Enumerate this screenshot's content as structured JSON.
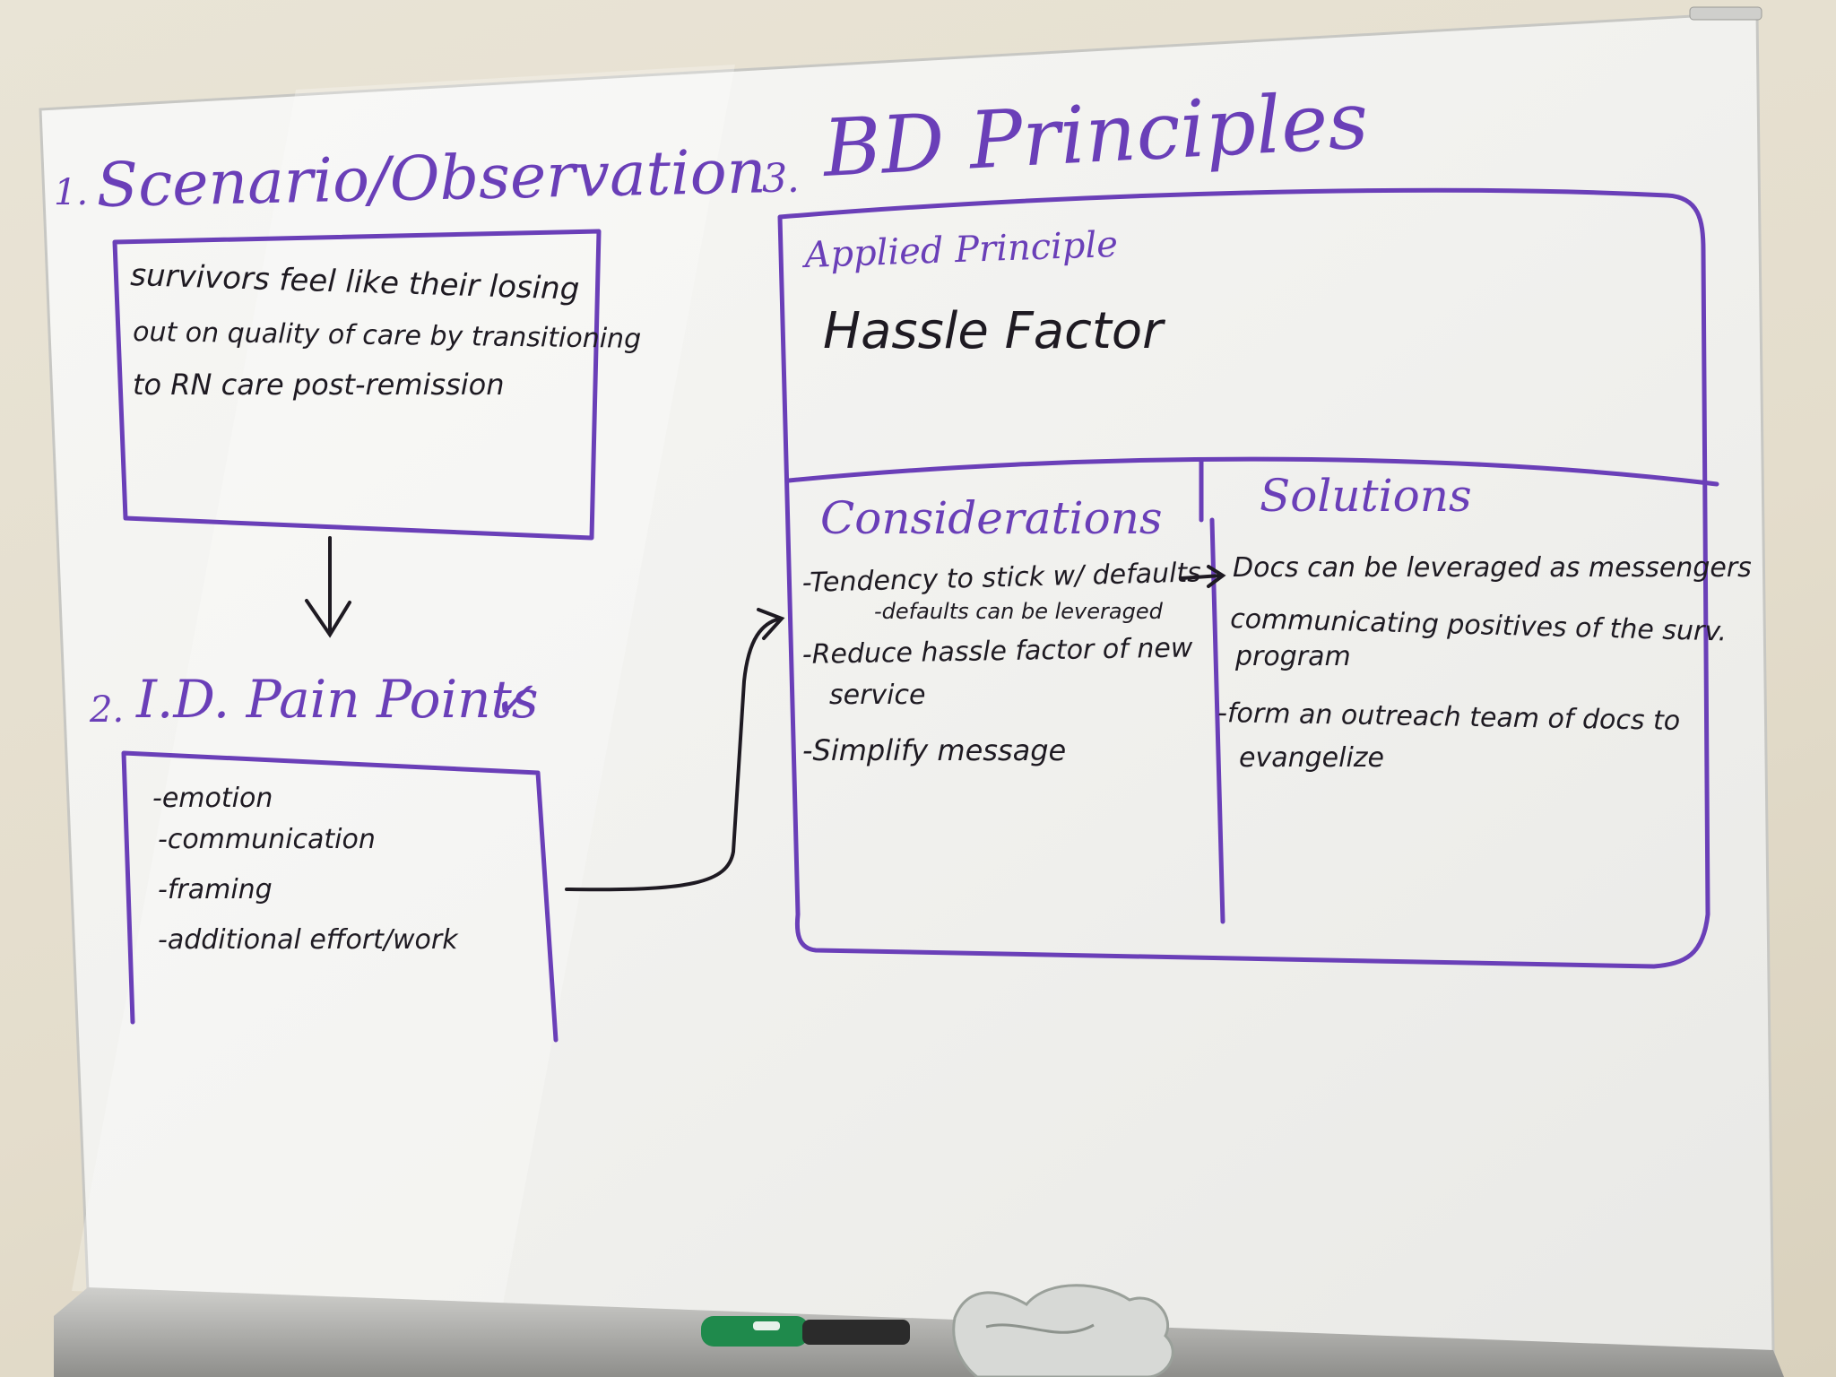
{
  "colors": {
    "wall": "#e6e0d0",
    "board": "#f3f3f0",
    "purple_ink": "#6a3fb8",
    "black_ink": "#1e1a22",
    "marker_green": "#1f8a4c"
  },
  "scenario": {
    "number": "1.",
    "title": "Scenario/Observation",
    "text_lines": [
      "survivors feel like their losing",
      "out on quality of care by transitioning",
      "to RN care post-remission"
    ]
  },
  "pain_points": {
    "number": "2.",
    "title": "I.D. Pain Points",
    "check": "✓",
    "items": [
      "-emotion",
      "-communication",
      "-framing",
      "-additional effort/work"
    ]
  },
  "bd_principles": {
    "number": "3.",
    "title": "BD Principles",
    "applied_label": "Applied Principle",
    "applied_value": "Hassle Factor",
    "considerations": {
      "heading": "Considerations",
      "lines": [
        "-Tendency to stick w/ defaults",
        "-defaults can be leveraged",
        "-Reduce hassle factor of new",
        "service",
        "-Simplify message"
      ]
    },
    "solutions": {
      "heading": "Solutions",
      "lines": [
        "Docs can be leveraged as messengers",
        "communicating positives of the surv.",
        "program",
        "-form an outreach team of docs to",
        "evangelize"
      ]
    }
  },
  "icons": {
    "down_arrow": "arrow-down-icon",
    "connector": "connector-arrow-icon",
    "marker": "marker-icon",
    "eraser_cloth": "cloth-icon"
  }
}
